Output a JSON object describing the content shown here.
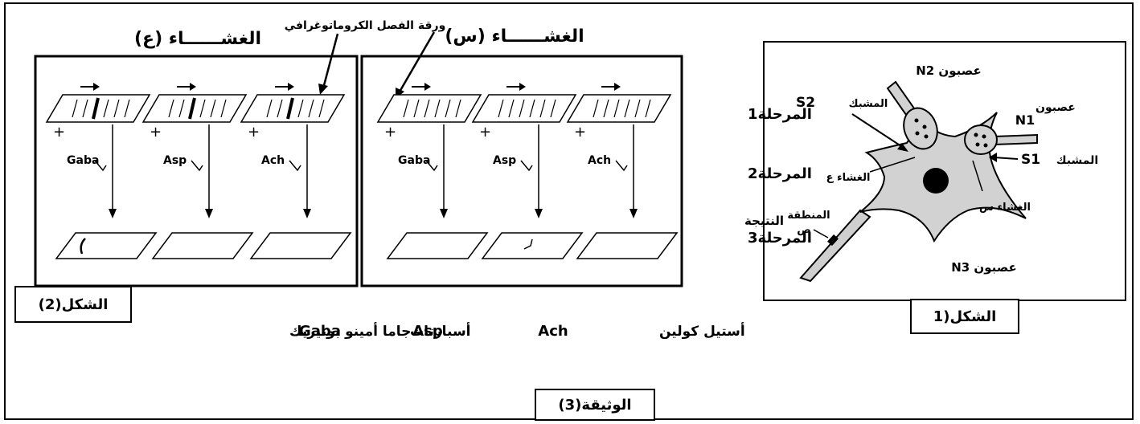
{
  "doc_label": "الوثيقة(3)",
  "fig1": {
    "caption": "الشكل(1",
    "neuron_n2": "عصبون N2",
    "neuron_n1_word": "عصبون",
    "neuron_n1_code": "N1",
    "neuron_n3": "عصبون N3",
    "synapse_s2": "المشبك",
    "synapse_s2_code": "S2",
    "synapse_s1": "المشبك",
    "synapse_s1_code": "S1",
    "membrane_ain": "الغشاء ع",
    "membrane_sin": "الغشاء س",
    "zone_word": "المنطقة",
    "zone_letter": "ص"
  },
  "fig2": {
    "caption": "الشكل(2)",
    "membrane_ain_title": "الغشــــــاء (ع)",
    "membrane_sin_title": "الغشــــــاء (س)",
    "paper_label": "ورقة الفصل الكروماتوغرافي",
    "stage1": "المرحلة1",
    "stage2": "المرحلة2",
    "result": "النتيجة",
    "stage3": "المرحلة3",
    "substances": [
      "Gaba",
      "Asp",
      "Ach"
    ],
    "plus": "+"
  },
  "legend": {
    "gaba_code": "Gaba",
    "gaba_name": "جاما أمينو بوتيريك",
    "asp_code": "Asp",
    "asp_name": "أسبارتات",
    "ach_name": "أستيل كولين",
    "ach_code": "Ach"
  }
}
